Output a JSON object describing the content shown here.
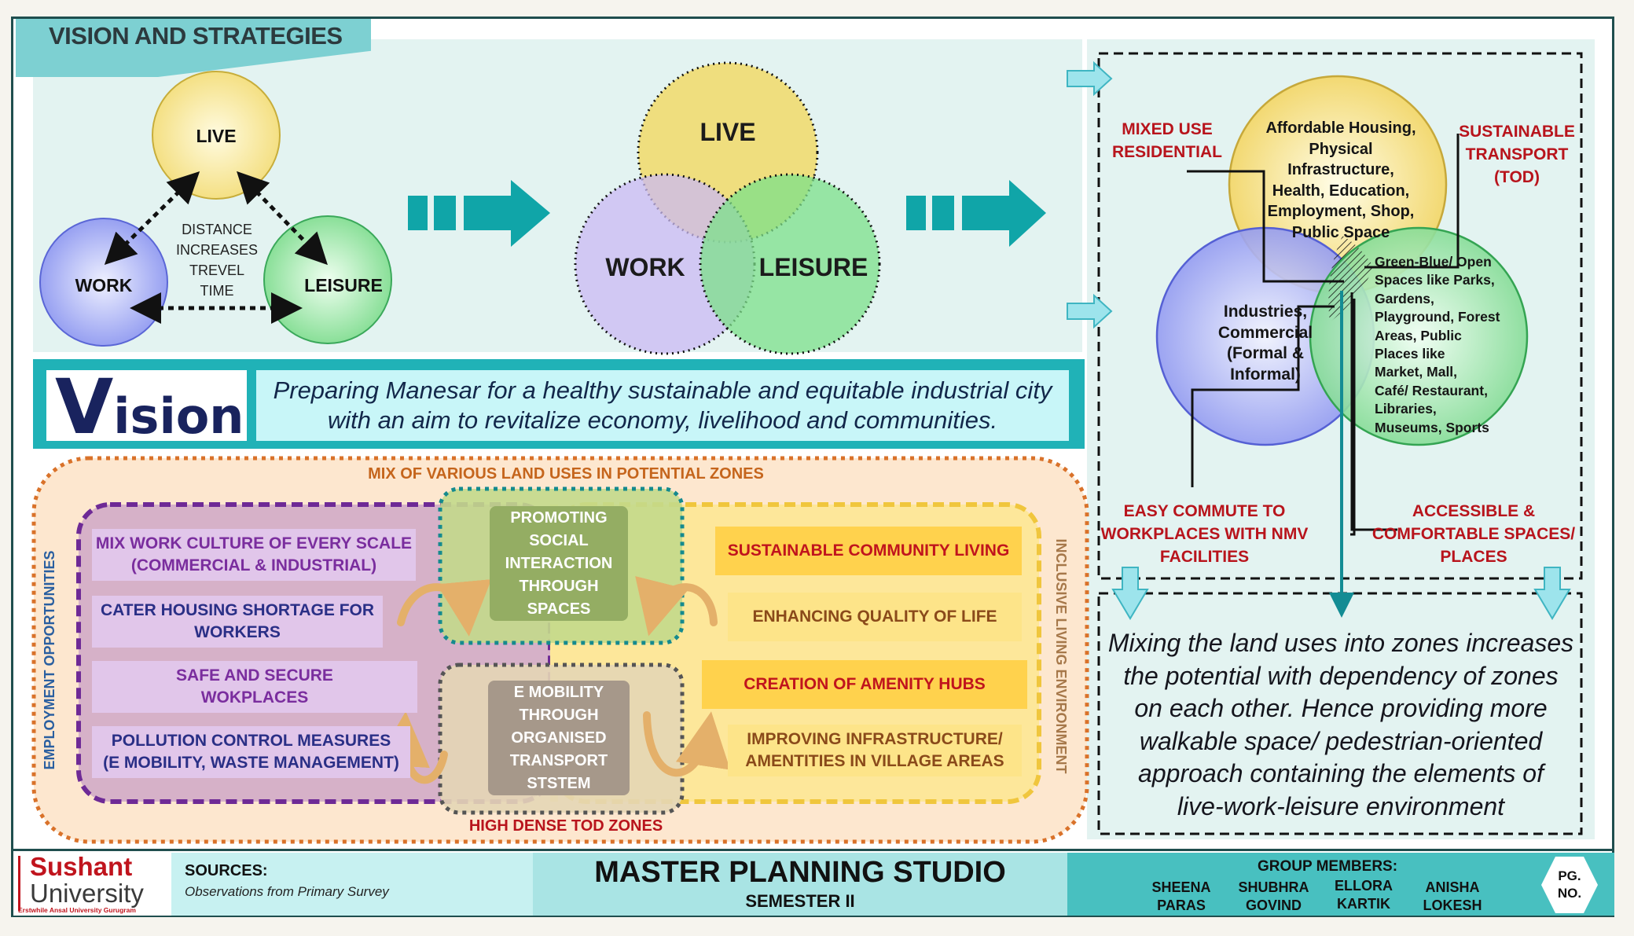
{
  "header": {
    "title": "VISION AND STRATEGIES"
  },
  "triangle": {
    "live": "LIVE",
    "work": "WORK",
    "leisure": "LEISURE",
    "note": [
      "DISTANCE",
      "INCREASES",
      "TREVEL",
      "TIME"
    ]
  },
  "venn": {
    "live": "LIVE",
    "work": "WORK",
    "leisure": "LEISURE"
  },
  "vision": {
    "word_first": "V",
    "word_rest": "ision",
    "statement": [
      "Preparing Manesar for a healthy sustainable and equitable industrial city",
      "with an aim to revitalize economy, livelihood and communities."
    ]
  },
  "strategies": {
    "outer_top_label": "MIX OF VARIOUS LAND USES IN POTENTIAL ZONES",
    "outer_bottom_label": "HIGH DENSE TOD ZONES",
    "left_vertical": "EMPLOYMENT OPPORTUNITIES",
    "right_vertical": "INCLUSIVE LIVING ENVIRONMENT",
    "employment_items": [
      [
        "MIX WORK CULTURE OF EVERY SCALE",
        "(COMMERCIAL & INDUSTRIAL)"
      ],
      [
        "CATER HOUSING SHORTAGE FOR",
        "WORKERS"
      ],
      [
        "SAFE AND SECURE",
        "WOKPLACES"
      ],
      [
        "POLLUTION CONTROL MEASURES",
        "(E MOBILITY, WASTE MANAGEMENT)"
      ]
    ],
    "living_items": [
      [
        "SUSTAINABLE COMMUNITY LIVING"
      ],
      [
        "ENHANCING QUALITY OF LIFE"
      ],
      [
        "CREATION OF AMENITY HUBS"
      ],
      [
        "IMPROVING INFRASTRUCTURE/",
        "AMENTITIES IN VILLAGE AREAS"
      ]
    ],
    "center_top": [
      "PROMOTING",
      "SOCIAL",
      "INTERACTION",
      "THROUGH",
      "SPACES"
    ],
    "center_bottom": [
      "E MOBILITY",
      "THROUGH",
      "ORGANISED",
      "TRANSPORT",
      "STSTEM"
    ]
  },
  "right_diagram": {
    "mixed_use": [
      "MIXED USE",
      "RESIDENTIAL"
    ],
    "sustainable_transport": [
      "SUSTAINABLE",
      "TRANSPORT",
      "(TOD)"
    ],
    "easy_commute": [
      "EASY COMMUTE TO",
      "WORKPLACES WITH NMV",
      "FACILITIES"
    ],
    "accessible_spaces": [
      "ACCESSIBLE &",
      "COMFORTABLE SPACES/",
      "PLACES"
    ],
    "live_circle": [
      "Affordable Housing,",
      "Physical",
      "Infrastructure,",
      "Health, Education,",
      "Employment, Shop,",
      "Public Space"
    ],
    "work_circle": [
      "Industries,",
      "Commercial",
      "(Formal &",
      "Informal)"
    ],
    "leisure_circle": [
      "Green-Blue/ Open",
      "Spaces like Parks,",
      "Gardens,",
      "Playground,  Forest",
      "Areas,  Public",
      "Places like",
      "Market,  Mall,",
      "Café/ Restaurant,",
      "Libraries,",
      "Museums,  Sports"
    ],
    "summary": [
      "Mixing the land uses into zones increases",
      "the potential with dependency of zones",
      "on each other. Hence providing more",
      "walkable space/ pedestrian-oriented",
      "approach containing the elements of",
      "live-work-leisure environment"
    ]
  },
  "footer": {
    "logo_line1": "Sushant",
    "logo_line2": "University",
    "logo_line3": "Erstwhile Ansal University Gurugram",
    "sources_label": "SOURCES:",
    "sources_text": "Observations from Primary Survey",
    "studio_title": "MASTER PLANNING STUDIO",
    "semester": "SEMESTER II",
    "group_label": "GROUP MEMBERS:",
    "members": [
      [
        "SHEENA",
        "PARAS"
      ],
      [
        "SHUBHRA",
        "GOVIND"
      ],
      [
        "ELLORA",
        "KARTIK"
      ],
      [
        "ANISHA",
        "LOKESH"
      ]
    ],
    "page_label": [
      "PG.",
      "NO."
    ]
  }
}
